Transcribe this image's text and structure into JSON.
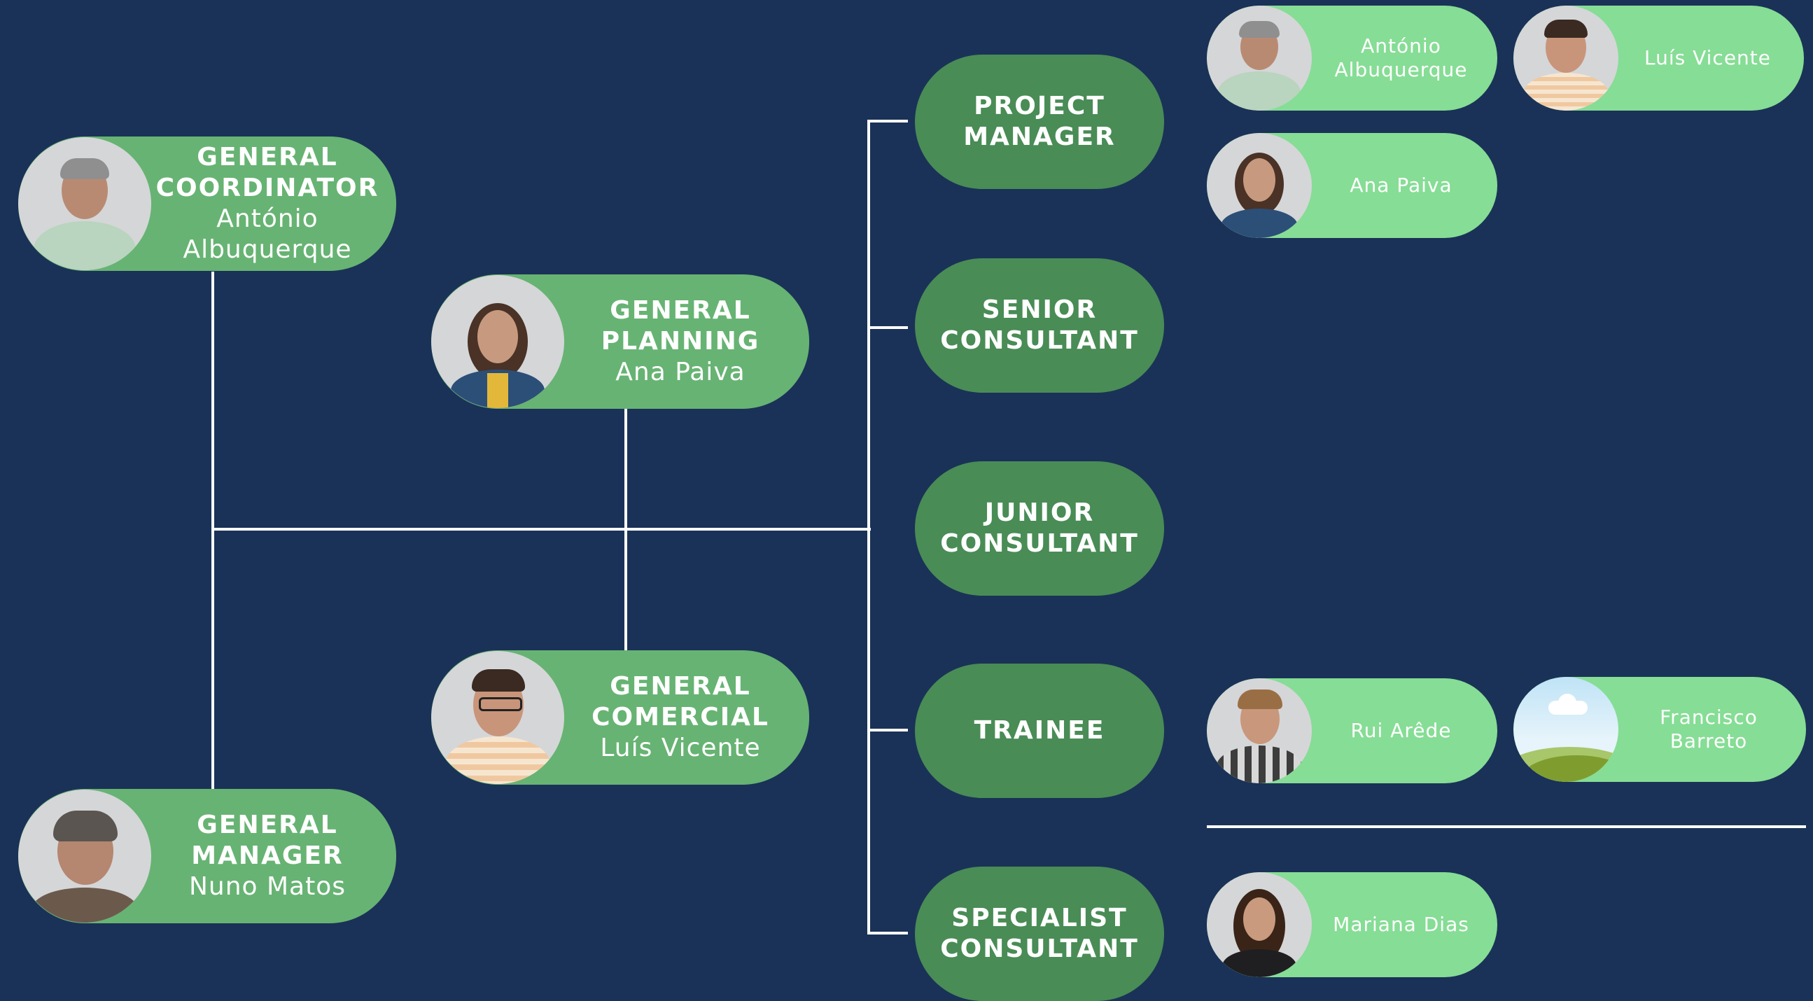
{
  "leaders": [
    {
      "role_line1": "GENERAL",
      "role_line2": "COORDINATOR",
      "name_line1": "António",
      "name_line2": "Albuquerque",
      "photo": "person-photo-antonio"
    },
    {
      "role_line1": "GENERAL",
      "role_line2": "PLANNING",
      "name_line1": "Ana Paiva",
      "name_line2": "",
      "photo": "person-photo-ana"
    },
    {
      "role_line1": "GENERAL",
      "role_line2": "COMERCIAL",
      "name_line1": "Luís Vicente",
      "name_line2": "",
      "photo": "person-photo-luis"
    },
    {
      "role_line1": "GENERAL",
      "role_line2": "MANAGER",
      "name_line1": "Nuno Matos",
      "name_line2": "",
      "photo": "person-photo-nuno"
    }
  ],
  "roles": [
    {
      "line1": "PROJECT",
      "line2": "MANAGER"
    },
    {
      "line1": "SENIOR",
      "line2": "CONSULTANT"
    },
    {
      "line1": "JUNIOR",
      "line2": "CONSULTANT"
    },
    {
      "line1": "TRAINEE",
      "line2": ""
    },
    {
      "line1": "SPECIALIST",
      "line2": "CONSULTANT"
    }
  ],
  "members": {
    "project_manager": [
      {
        "line1": "António",
        "line2": "Albuquerque",
        "photo": "person-photo-antonio"
      },
      {
        "line1": "Luís Vicente",
        "line2": "",
        "photo": "person-photo-luis"
      },
      {
        "line1": "Ana Paiva",
        "line2": "",
        "photo": "person-photo-ana"
      }
    ],
    "trainee": [
      {
        "line1": "Rui Arêde",
        "line2": "",
        "photo": "person-photo-rui"
      },
      {
        "line1": "Francisco Barreto",
        "line2": "",
        "photo": "landscape-placeholder-icon"
      }
    ],
    "specialist_consultant": [
      {
        "line1": "Mariana Dias",
        "line2": "",
        "photo": "person-photo-mariana"
      }
    ]
  },
  "colors": {
    "background": "#1a3257",
    "leader_pill": "#67b373",
    "role_pill": "#498c56",
    "member_pill": "#86dd95",
    "connector": "#ffffff"
  }
}
